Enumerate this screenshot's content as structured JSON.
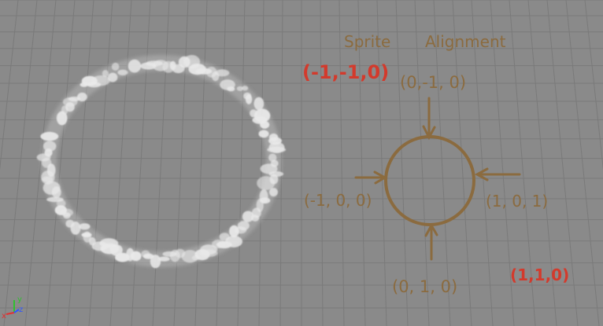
{
  "viewport": {
    "background": "#8a8a8a",
    "grid_color": "#7a7a7a",
    "effect_color": "#e9e9e9"
  },
  "annotation": {
    "title_word1": "Sprite",
    "title_word2": "Alignment",
    "ink_color": "#8b6b3f",
    "red_color": "#d33a2c",
    "red_top_left": "(-1,-1,0)",
    "red_bottom_right": "(1,1,0)",
    "label_top": "(0,-1, 0)",
    "label_left": "(-1, 0, 0)",
    "label_right": "(1, 0, 1)",
    "label_bottom": "(0, 1, 0)"
  },
  "gizmo": {
    "x_label": "x",
    "y_label": "y",
    "z_label": "z",
    "x_color": "#e23030",
    "y_color": "#2fc12f",
    "z_color": "#2e56ff"
  }
}
